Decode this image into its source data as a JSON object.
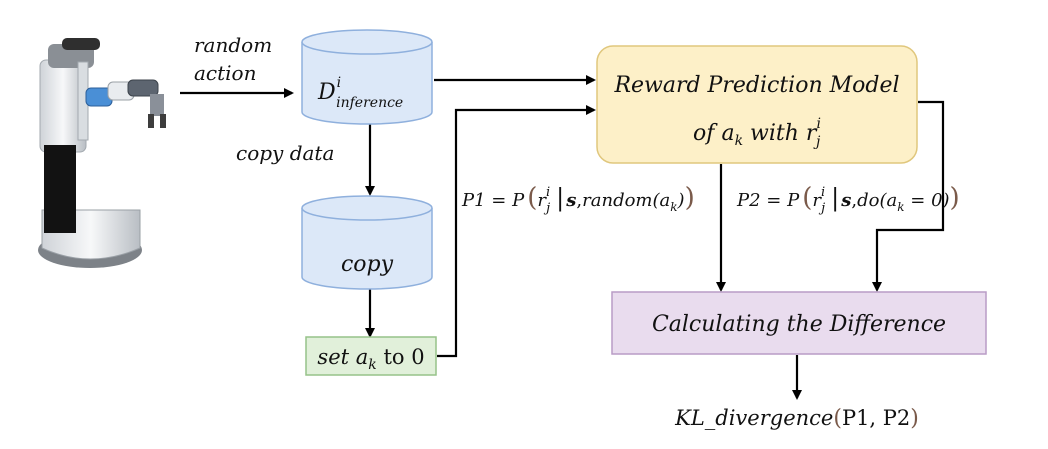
{
  "robot": {
    "icon": "mobile-manipulator-robot-icon"
  },
  "labels": {
    "random_action_line1": "random",
    "random_action_line2": "action",
    "copy_data": "copy data"
  },
  "nodes": {
    "inference_db": {
      "base": "D",
      "sup": "i",
      "sub": "inference"
    },
    "copy_db": {
      "label": "copy"
    },
    "set_box": {
      "prefix": "set ",
      "var": "a",
      "sub": "k",
      "suffix": " to 0"
    },
    "reward_model": {
      "line1": "Reward Prediction Model",
      "line2_prefix": "of ",
      "line2_var": "a",
      "line2_sub": "k",
      "line2_mid": " with ",
      "line2_r": "r",
      "line2_r_sub": "j",
      "line2_r_sup": "i"
    },
    "difference": {
      "label": "Calculating the Difference"
    }
  },
  "formulas": {
    "p1": {
      "lhs": "P1 = P",
      "r": "r",
      "r_sub": "j",
      "r_sup": "i",
      "s": "s",
      "arg": "random(a",
      "arg_sub": "k",
      "arg_end": ")"
    },
    "p2": {
      "lhs": "P2 = P",
      "r": "r",
      "r_sub": "j",
      "r_sup": "i",
      "s": "s",
      "arg": "do(a",
      "arg_sub": "k",
      "arg_end": " = 0)"
    },
    "kl": {
      "name": "KL_divergence",
      "args": "P1, P2"
    }
  },
  "colors": {
    "db_fill": "#dce8f8",
    "db_stroke": "#8fb0dd",
    "set_fill": "#e1f0da",
    "set_stroke": "#96c289",
    "model_fill": "#fdf0c8",
    "model_stroke": "#e0c77d",
    "diff_fill": "#e9dcee",
    "diff_stroke": "#b99cc6"
  }
}
